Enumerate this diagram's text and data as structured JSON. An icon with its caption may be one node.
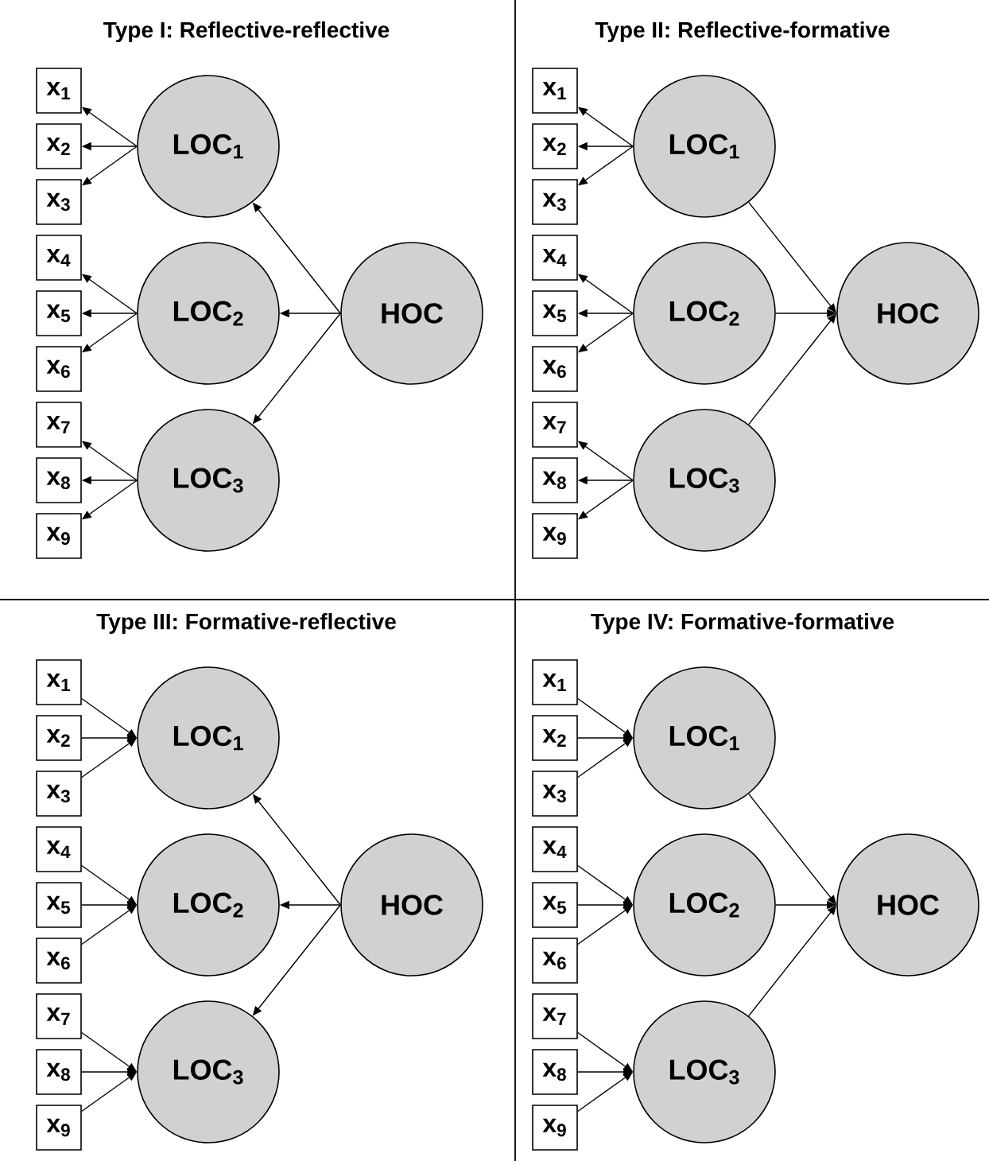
{
  "diagram": {
    "nodes": [
      {
        "text": [
          "x$_{1}$"
        ]
      },
      {
        "text": [
          "x$_{2}$"
        ]
      },
      {
        "text": [
          "x$_{3}$"
        ]
      },
      {
        "text": [
          "x$_{4}$"
        ]
      },
      {
        "text": [
          "x$_{5}$"
        ]
      },
      {
        "text": [
          "x$_{6}$"
        ]
      },
      {
        "text": [
          "x$_{7}$"
        ]
      },
      {
        "text": [
          "x$_{8}$"
        ]
      },
      {
        "text": [
          "x$_{9}$"
        ]
      },
      {
        "text": [
          "LOC$_{1}$"
        ]
      },
      {
        "text": [
          "LOC$_{2}$"
        ]
      },
      {
        "text": [
          "LOC$_{3}$"
        ]
      },
      {
        "text": [
          "HOC"
        ]
      },
      {
        "text": [
          "x$_{1}$"
        ]
      },
      {
        "text": [
          "x$_{2}$"
        ]
      },
      {
        "text": [
          "x$_{3}$"
        ]
      },
      {
        "text": [
          "x$_{4}$"
        ]
      },
      {
        "text": [
          "x$_{5}$"
        ]
      },
      {
        "text": [
          "x$_{6}$"
        ]
      },
      {
        "text": [
          "x$_{7}$"
        ]
      },
      {
        "text": [
          "x$_{8}$"
        ]
      },
      {
        "text": [
          "x$_{9}$"
        ]
      },
      {
        "text": [
          "LOC$_{1}$"
        ]
      },
      {
        "text": [
          "LOC$_{2}$"
        ]
      },
      {
        "text": [
          "LOC$_{3}$"
        ]
      },
      {
        "text": [
          "HOC"
        ]
      },
      {
        "text": [
          "x$_{1}$"
        ]
      },
      {
        "text": [
          "x$_{2}$"
        ]
      },
      {
        "text": [
          "x$_{3}$"
        ]
      },
      {
        "text": [
          "x$_{4}$"
        ]
      },
      {
        "text": [
          "x$_{5}$"
        ]
      },
      {
        "text": [
          "x$_{6}$"
        ]
      },
      {
        "text": [
          "x$_{7}$"
        ]
      },
      {
        "text": [
          "x$_{8}$"
        ]
      },
      {
        "text": [
          "x$_{9}$"
        ]
      },
      {
        "text": [
          "LOC$_{1}$"
        ]
      },
      {
        "text": [
          "LOC$_{2}$"
        ]
      },
      {
        "text": [
          "LOC$_{3}$"
        ]
      },
      {
        "text": [
          "HOC"
        ]
      },
      {
        "text": [
          "x$_{1}$"
        ]
      },
      {
        "text": [
          "x$_{2}$"
        ]
      },
      {
        "text": [
          "x$_{3}$"
        ]
      },
      {
        "text": [
          "x$_{4}$"
        ]
      },
      {
        "text": [
          "x$_{5}$"
        ]
      },
      {
        "text": [
          "x$_{6}$"
        ]
      },
      {
        "text": [
          "x$_{7}$"
        ]
      },
      {
        "text": [
          "x$_{8}$"
        ]
      },
      {
        "text": [
          "x$_{9}$"
        ]
      },
      {
        "text": [
          "LOC$_{1}$"
        ]
      },
      {
        "text": [
          "LOC$_{2}$"
        ]
      },
      {
        "text": [
          "LOC$_{3}$"
        ]
      },
      {
        "text": [
          "HOC"
        ]
      }
    ],
    "edges": [
      {
        "from": 9,
        "to": 0,
        "arrow": "to"
      },
      {
        "from": 9,
        "to": 1,
        "arrow": "to"
      },
      {
        "from": 9,
        "to": 2,
        "arrow": "to"
      },
      {
        "from": 10,
        "to": 3,
        "arrow": "to"
      },
      {
        "from": 10,
        "to": 4,
        "arrow": "to"
      },
      {
        "from": 10,
        "to": 5,
        "arrow": "to"
      },
      {
        "from": 11,
        "to": 6,
        "arrow": "to"
      },
      {
        "from": 11,
        "to": 7,
        "arrow": "to"
      },
      {
        "from": 11,
        "to": 8,
        "arrow": "to"
      },
      {
        "from": 12,
        "to": 9,
        "arrow": "to"
      },
      {
        "from": 12,
        "to": 10,
        "arrow": "to"
      },
      {
        "from": 12,
        "to": 11,
        "arrow": "to"
      },
      {
        "from": 22,
        "to": 13,
        "arrow": "to"
      },
      {
        "from": 22,
        "to": 14,
        "arrow": "to"
      },
      {
        "from": 22,
        "to": 15,
        "arrow": "to"
      },
      {
        "from": 23,
        "to": 16,
        "arrow": "to"
      },
      {
        "from": 23,
        "to": 17,
        "arrow": "to"
      },
      {
        "from": 23,
        "to": 18,
        "arrow": "to"
      },
      {
        "from": 24,
        "to": 19,
        "arrow": "to"
      },
      {
        "from": 24,
        "to": 20,
        "arrow": "to"
      },
      {
        "from": 24,
        "to": 21,
        "arrow": "to"
      },
      {
        "from": 22,
        "to": 25,
        "arrow": "to"
      },
      {
        "from": 23,
        "to": 25,
        "arrow": "to"
      },
      {
        "from": 24,
        "to": 25,
        "arrow": "to"
      },
      {
        "from": 26,
        "to": 35,
        "arrow": "to"
      },
      {
        "from": 27,
        "to": 35,
        "arrow": "to"
      },
      {
        "from": 28,
        "to": 35,
        "arrow": "to"
      },
      {
        "from": 29,
        "to": 36,
        "arrow": "to"
      },
      {
        "from": 30,
        "to": 36,
        "arrow": "to"
      },
      {
        "from": 31,
        "to": 36,
        "arrow": "to"
      },
      {
        "from": 32,
        "to": 37,
        "arrow": "to"
      },
      {
        "from": 33,
        "to": 37,
        "arrow": "to"
      },
      {
        "from": 34,
        "to": 37,
        "arrow": "to"
      },
      {
        "from": 38,
        "to": 35,
        "arrow": "to"
      },
      {
        "from": 38,
        "to": 36,
        "arrow": "to"
      },
      {
        "from": 38,
        "to": 37,
        "arrow": "to"
      },
      {
        "from": 39,
        "to": 48,
        "arrow": "to"
      },
      {
        "from": 40,
        "to": 48,
        "arrow": "to"
      },
      {
        "from": 41,
        "to": 48,
        "arrow": "to"
      },
      {
        "from": 42,
        "to": 49,
        "arrow": "to"
      },
      {
        "from": 43,
        "to": 49,
        "arrow": "to"
      },
      {
        "from": 44,
        "to": 49,
        "arrow": "to"
      },
      {
        "from": 45,
        "to": 50,
        "arrow": "to"
      },
      {
        "from": 46,
        "to": 50,
        "arrow": "to"
      },
      {
        "from": 47,
        "to": 50,
        "arrow": "to"
      },
      {
        "from": 48,
        "to": 51,
        "arrow": "to"
      },
      {
        "from": 49,
        "to": 51,
        "arrow": "to"
      },
      {
        "from": 50,
        "to": 51,
        "arrow": "to"
      }
    ],
    "labels": [
      "Type I: Reflective-reflective",
      "Type II: Reflective-formative",
      "Type III: Formative-reflective",
      "Type IV: Formative-formative"
    ]
  }
}
